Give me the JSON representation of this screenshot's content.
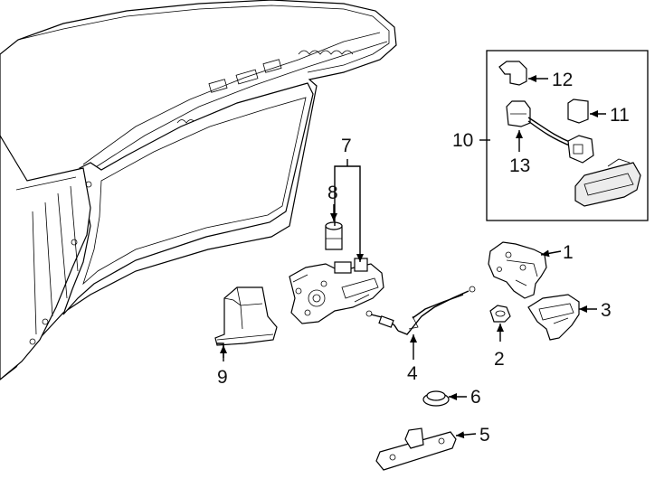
{
  "callouts": {
    "c1": "1",
    "c2": "2",
    "c3": "3",
    "c4": "4",
    "c5": "5",
    "c6": "6",
    "c7": "7",
    "c8": "8",
    "c9": "9",
    "c10": "10",
    "c11": "11",
    "c12": "12",
    "c13": "13"
  },
  "colors": {
    "line": "#000000",
    "fill": "#ffffff",
    "shade": "#ececec"
  }
}
